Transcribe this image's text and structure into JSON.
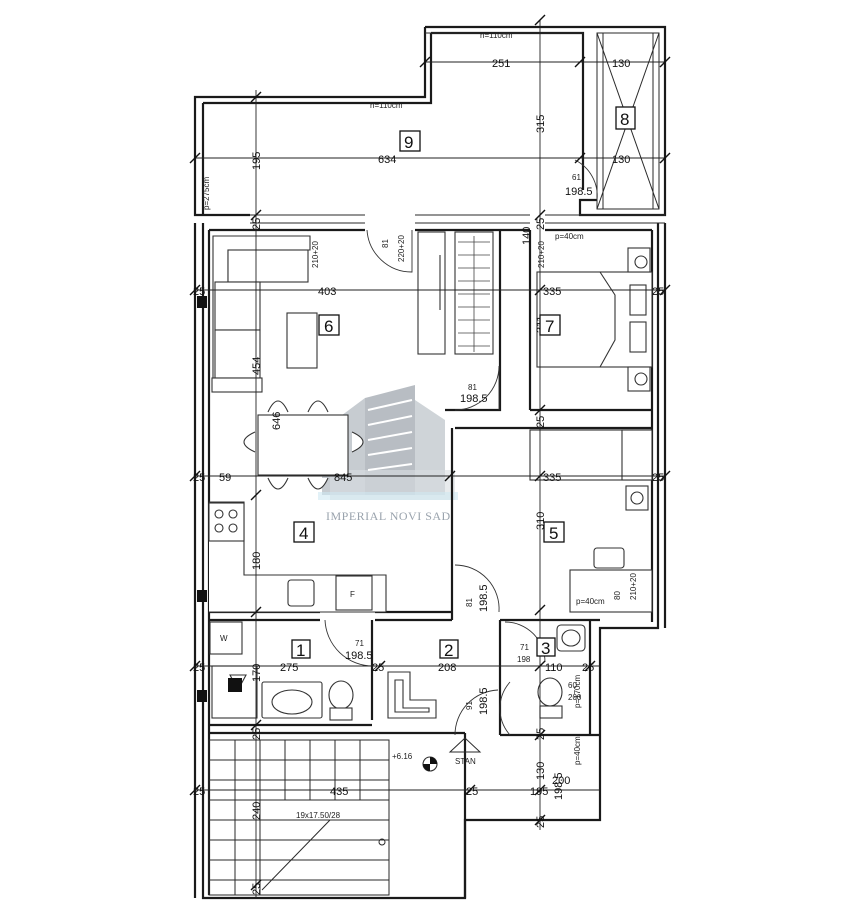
{
  "rooms": [
    {
      "num": "1"
    },
    {
      "num": "2"
    },
    {
      "num": "3"
    },
    {
      "num": "4"
    },
    {
      "num": "5"
    },
    {
      "num": "6"
    },
    {
      "num": "7"
    },
    {
      "num": "8"
    },
    {
      "num": "9"
    }
  ],
  "dimensions": {
    "d_251": "251",
    "d_130a": "130",
    "d_130b": "130",
    "d_634": "634",
    "d_315": "315",
    "d_195a": "195",
    "d_403": "403",
    "d_335a": "335",
    "d_335b": "335",
    "d_845": "845",
    "d_59": "59",
    "d_25": "25",
    "d_454": "454",
    "d_646": "646",
    "d_180": "180",
    "d_310": "310",
    "d_311": "311",
    "d_275": "275",
    "d_208": "208",
    "d_110": "110",
    "d_170": "170",
    "d_435": "435",
    "d_195b": "195",
    "d_240": "240",
    "d_140": "140",
    "d_81a": "81",
    "d_81b": "81",
    "d_81c": "81",
    "d_71a": "71",
    "d_71b": "71",
    "d_61": "61",
    "d_91": "91",
    "d_60": "60",
    "d_80": "80",
    "d_1985a": "198.5",
    "d_1985b": "198.5",
    "d_1985c": "198.5",
    "d_1985d": "198.5",
    "d_1985e": "198.5",
    "d_1985f": "198.5",
    "d_198": "198",
    "d_130c": "130",
    "d_200a": "200",
    "d_200b": "200"
  },
  "notes": {
    "h110_top": "h=110cm",
    "h110_left": "h=110cm",
    "p275": "p=275cm",
    "p40_top": "p=40cm",
    "p40_mid": "p=40cm",
    "p40_right": "p=40cm",
    "p170": "p=170cm",
    "w210_a": "210+20",
    "w210_b": "210+20",
    "w210_c": "210+20",
    "w220": "220+20",
    "elev": "+6.16",
    "stan": "STAN",
    "stairs": "19x17.50/28"
  },
  "appliances": {
    "washer": "W",
    "fridge": "F"
  },
  "watermark": {
    "text": "IMPERIAL NOVI SAD",
    "color": "#8e98a3"
  }
}
